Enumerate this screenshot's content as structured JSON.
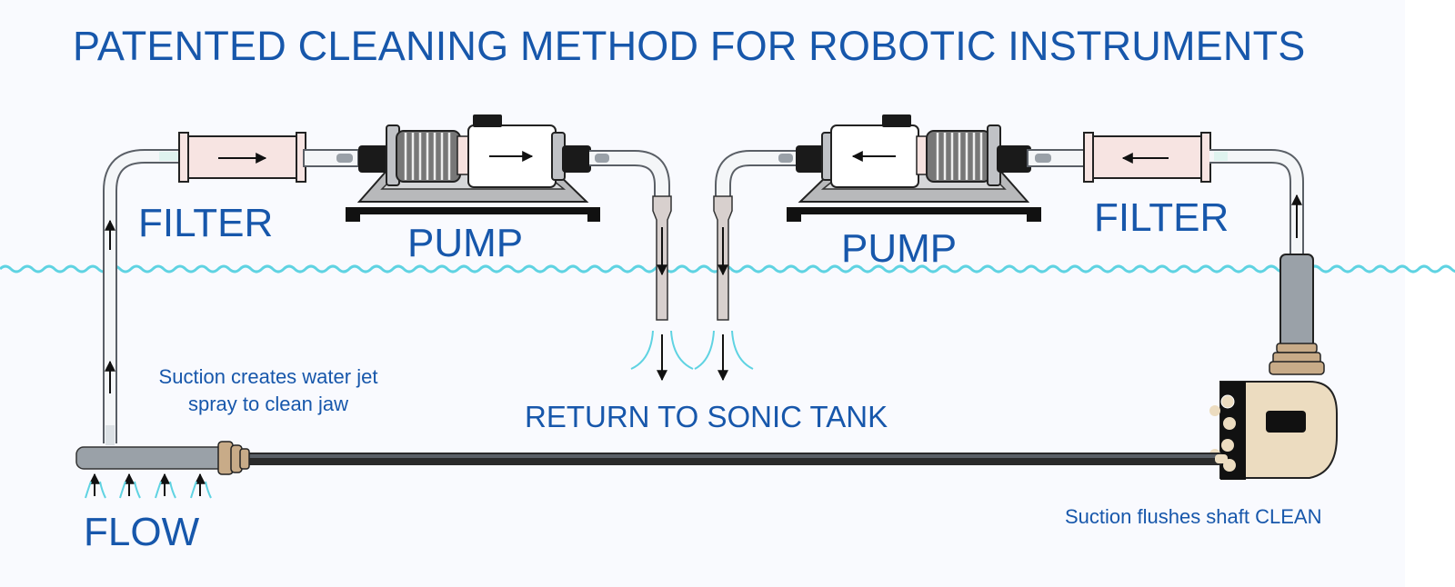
{
  "title": "PATENTED CLEANING METHOD FOR ROBOTIC INSTRUMENTS",
  "labels": {
    "filter_left": "FILTER",
    "filter_right": "FILTER",
    "pump_left": "PUMP",
    "pump_right": "PUMP",
    "return": "RETURN TO SONIC TANK",
    "suction_jet_line1": "Suction creates water jet",
    "suction_jet_line2": "spray to clean jaw",
    "flow": "FLOW",
    "suction_flush": "Suction flushes shaft CLEAN"
  },
  "colors": {
    "text": "#1757ab",
    "water": "#5fd3e2",
    "filter_body": "#f7e4e2",
    "pump_base": "#b8b9bb",
    "coupling": "#c8ab88",
    "instrument_housing": "#ecdcc0",
    "tube": "#9aa1a8"
  }
}
